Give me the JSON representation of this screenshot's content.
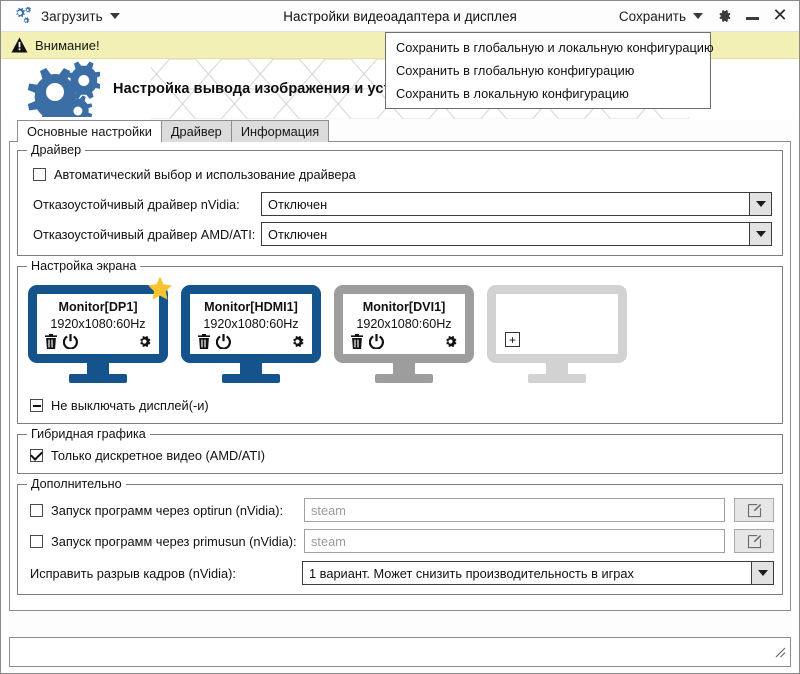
{
  "window": {
    "title": "Настройки видеоадаптера и дисплея",
    "app_icon": "gears-icon",
    "load_menu_label": "Загрузить",
    "save_menu_label": "Сохранить",
    "settings_icon": "gear-icon",
    "minimize_icon": "minimize-icon",
    "close_icon": "close-icon"
  },
  "save_dropdown": {
    "items": [
      {
        "label": "Сохранить в глобальную и локальную конфигурацию"
      },
      {
        "label": "Сохранить в глобальную конфигурацию"
      },
      {
        "label": "Сохранить в локальную конфигурацию"
      }
    ]
  },
  "warning": {
    "icon": "warning-triangle-icon",
    "text": "Внимание!",
    "bg": "#f3f0b5"
  },
  "banner": {
    "logo_icon": "gears-logo-icon",
    "text": "Настройка вывода изображения и установка драйвера видеокарты"
  },
  "tabs": [
    {
      "label": "Основные настройки",
      "active": true
    },
    {
      "label": "Драйвер",
      "active": false
    },
    {
      "label": "Информация",
      "active": false
    }
  ],
  "driver_group": {
    "legend": "Драйвер",
    "auto_checkbox": {
      "label": "Автоматический выбор и использование драйвера",
      "state": "unchecked"
    },
    "nvidia": {
      "label": "Отказоустойчивый драйвер nVidia:",
      "value": "Отключен"
    },
    "amd": {
      "label": "Отказоустойчивый драйвер AMD/ATI:",
      "value": "Отключен"
    }
  },
  "screen_group": {
    "legend": "Настройка экрана",
    "monitors": [
      {
        "name": "Monitor[DP1]",
        "resolution": "1920x1080:60Hz",
        "color": "#15538d",
        "primary": true,
        "star_icon": "star-icon",
        "delete_icon": "trash-icon",
        "power_icon": "power-icon",
        "settings_icon": "gear-icon"
      },
      {
        "name": "Monitor[HDMI1]",
        "resolution": "1920x1080:60Hz",
        "color": "#15538d",
        "primary": false,
        "delete_icon": "trash-icon",
        "power_icon": "power-icon",
        "settings_icon": "gear-icon"
      },
      {
        "name": "Monitor[DVI1]",
        "resolution": "1920x1080:60Hz",
        "color": "#9d9d9d",
        "primary": false,
        "delete_icon": "trash-icon",
        "power_icon": "power-icon",
        "settings_icon": "gear-icon"
      },
      {
        "name": "",
        "resolution": "",
        "color": "#d2d2d2",
        "primary": false,
        "add_icon": "plus-icon",
        "add_glyph": "+"
      }
    ],
    "keep_on_checkbox": {
      "label": "Не выключать дисплей(-и)",
      "state": "indeterminate"
    }
  },
  "hybrid_group": {
    "legend": "Гибридная графика",
    "discrete_checkbox": {
      "label": "Только дискретное видео (AMD/ATI)",
      "state": "checked"
    }
  },
  "extra_group": {
    "legend": "Дополнительно",
    "optirun": {
      "label": "Запуск программ через optirun (nVidia):",
      "state": "unchecked",
      "placeholder": "steam",
      "value": "",
      "edit_icon": "pencil-edit-icon"
    },
    "primusun": {
      "label": "Запуск программ через primusun (nVidia):",
      "state": "unchecked",
      "placeholder": "steam",
      "value": "",
      "edit_icon": "pencil-edit-icon"
    },
    "tearing": {
      "label": "Исправить разрыв кадров (nVidia):",
      "value": "1 вариант. Может снизить производительность в играх"
    }
  },
  "statusbar": {
    "text": "",
    "grip_icon": "resize-grip-icon"
  },
  "colors": {
    "accent_blue": "#15538d",
    "warning_bg": "#f3f0b5",
    "star_yellow": "#f5c430",
    "gray_monitor": "#9d9d9d",
    "empty_monitor": "#d2d2d2"
  }
}
